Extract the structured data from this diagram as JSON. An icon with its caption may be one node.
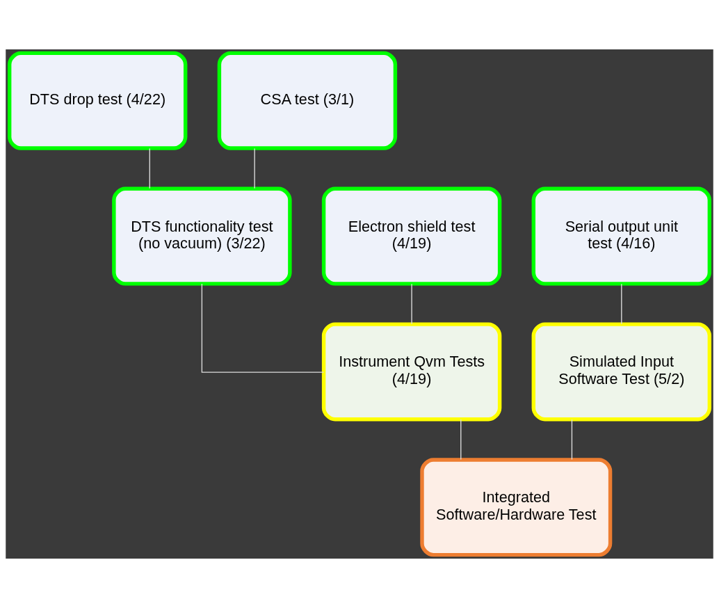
{
  "diagram": {
    "nodes": [
      {
        "text": [
          "DTS drop test (4/22)"
        ]
      },
      {
        "text": [
          "CSA test (3/1)"
        ]
      },
      {
        "text": [
          "Serial output unit test (4/16)"
        ]
      },
      {
        "text": [
          "Electron shield test (4/19)"
        ]
      },
      {
        "text": [
          "DTS functionality test (no vacuum) (3/22)"
        ]
      },
      {
        "text": [
          "Simulated Input Software Test (5/2)"
        ]
      },
      {
        "text": [
          "Instrument Qvm Tests (4/19)"
        ]
      },
      {
        "text": [
          "Integrated Software/Hardware Test"
        ]
      }
    ],
    "edges": [
      {
        "from": 0,
        "to": 4,
        "arrow": "none"
      },
      {
        "from": 1,
        "to": 4,
        "arrow": "none"
      },
      {
        "from": 2,
        "to": 5,
        "arrow": "none"
      },
      {
        "from": 3,
        "to": 6,
        "arrow": "none"
      },
      {
        "from": 4,
        "to": 6,
        "arrow": "none"
      },
      {
        "from": 5,
        "to": 7,
        "arrow": "none"
      },
      {
        "from": 6,
        "to": 7,
        "arrow": "none"
      }
    ]
  }
}
